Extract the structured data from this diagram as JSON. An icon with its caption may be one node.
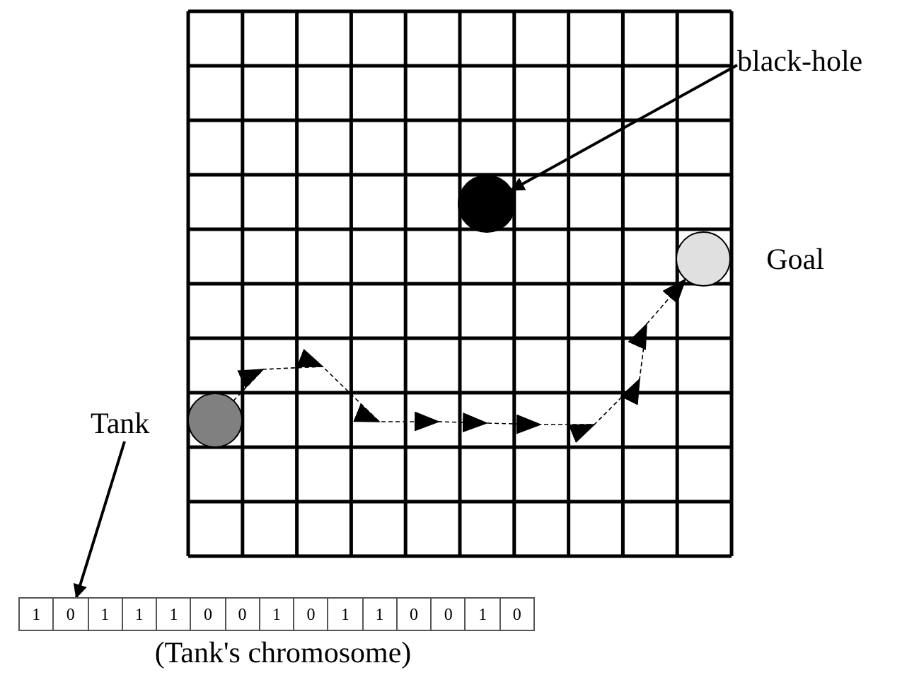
{
  "diagram": {
    "nodes": [
      {
        "text": [],
        "shape": "circle"
      },
      {
        "text": [
          "Tank"
        ]
      },
      {
        "text": [],
        "shape": "circle"
      },
      {
        "text": [
          "black-hole"
        ]
      },
      {
        "text": [],
        "shape": "circle",
        "beside": [
          "Goal"
        ]
      },
      {
        "text": [
          "1",
          "0",
          "1",
          "1",
          "1",
          "0",
          "0",
          "1",
          "0",
          "1",
          "1",
          "0",
          "0",
          "1",
          "0"
        ],
        "beside": [
          "(Tank's chromosome)"
        ]
      }
    ],
    "edges": [
      {
        "from": 0,
        "to": 4,
        "arrow": "to",
        "style": "dashed"
      },
      {
        "from": 3,
        "to": 2,
        "arrow": "to"
      },
      {
        "from": 1,
        "to": 5,
        "arrow": "to"
      }
    ]
  }
}
